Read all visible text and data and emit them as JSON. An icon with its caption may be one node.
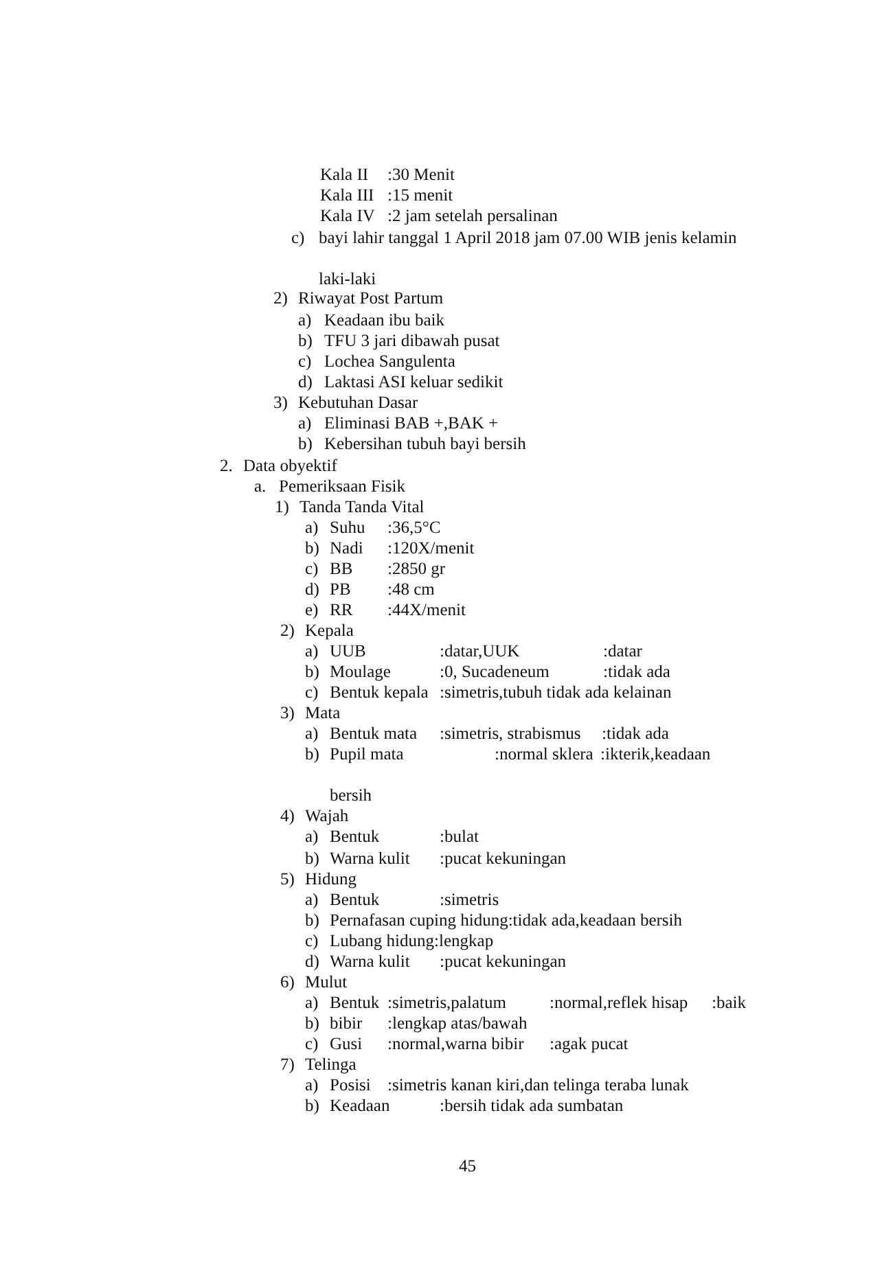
{
  "diagram": {
    "labels": [
      "Kala II",
      ":30 Menit",
      "Kala III",
      ":15 menit",
      "Kala IV",
      ":2 jam setelah persalinan",
      "c)",
      "bayi lahir tanggal 1 April 2018 jam 07.00 WIB jenis kelamin",
      "laki-laki",
      "2)",
      "Riwayat Post Partum",
      "a)",
      "Keadaan ibu baik",
      "b)",
      "TFU 3 jari dibawah pusat",
      "c)",
      "Lochea Sangulenta",
      "d)",
      "Laktasi ASI keluar sedikit",
      "3)",
      "Kebutuhan Dasar",
      "a)",
      "Eliminasi BAB +,BAK +",
      "b)",
      "Kebersihan tubuh bayi bersih",
      "2.",
      "Data obyektif",
      "a.",
      "Pemeriksaan Fisik",
      "1)",
      "Tanda Tanda Vital",
      "a)",
      "Suhu",
      ":36,5°C",
      "b)",
      "Nadi",
      ":120X/menit",
      "c)",
      "BB",
      ":2850 gr",
      "d)",
      "PB",
      ":48 cm",
      "e)",
      "RR",
      ":44X/menit",
      "2)",
      "Kepala",
      "a)",
      "UUB",
      ":datar,UUK",
      ":datar",
      "b)",
      "Moulage",
      ":0, Sucadeneum",
      ":tidak ada",
      "c)",
      "Bentuk kepala",
      ":simetris,tubuh tidak ada kelainan",
      "3)",
      "Mata",
      "a)",
      "Bentuk mata",
      ":simetris, strabismus",
      ":tidak ada",
      "b)",
      "Pupil mata",
      ":normal sklera",
      ":ikterik,keadaan",
      "bersih",
      "4)",
      "Wajah",
      "a)",
      "Bentuk",
      ":bulat",
      "b)",
      "Warna kulit",
      ":pucat kekuningan",
      "5)",
      "Hidung",
      "a)",
      "Bentuk",
      ":simetris",
      "b)",
      "Pernafasan cuping hidung:tidak ada,keadaan bersih",
      "c)",
      "Lubang hidung:lengkap",
      "d)",
      "Warna kulit",
      ":pucat kekuningan",
      "6)",
      "Mulut",
      "a)",
      "Bentuk",
      ":simetris,palatum",
      ":normal,reflek hisap",
      ":baik",
      "b)",
      "bibir",
      ":lengkap atas/bawah",
      "c)",
      "Gusi",
      ":normal,warna bibir",
      ":agak pucat",
      "7)",
      "Telinga",
      "a)",
      "Posisi",
      ":simetris kanan kiri,dan telinga teraba lunak",
      "b)",
      "Keadaan",
      ":bersih tidak ada sumbatan",
      "45"
    ]
  }
}
